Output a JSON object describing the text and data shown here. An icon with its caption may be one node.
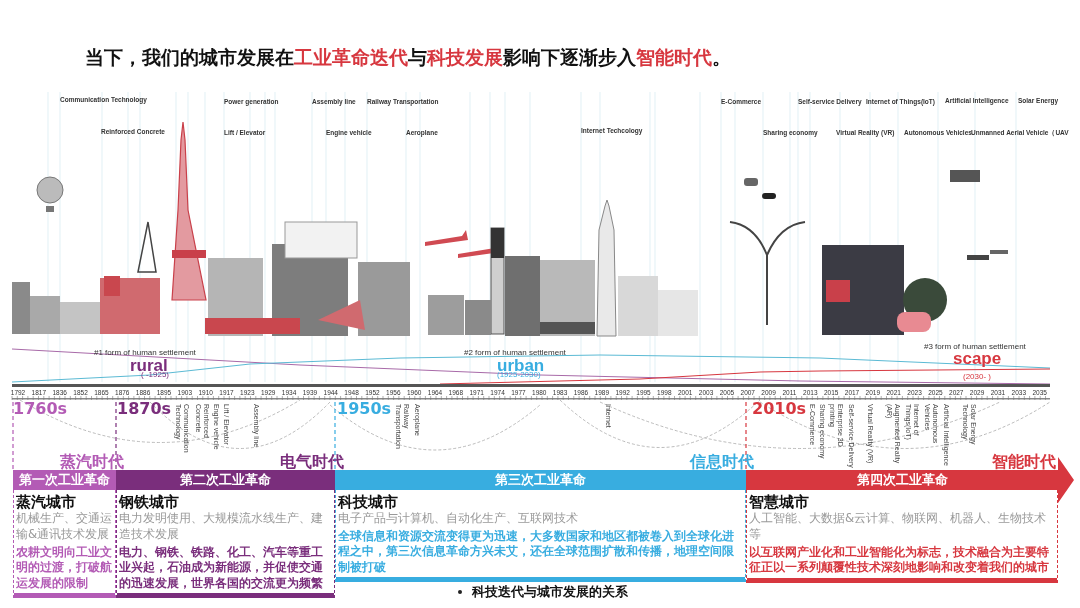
{
  "diagram": {
    "title": "当下，我们的城市发展在**工业革命迭代**与**科技发展**影响下逐渐步入**智能时代**。",
    "caption": "科技迭代与城市发展的关系",
    "nodes": [
      {
        "text": [
          "第一次工业革命"
        ]
      },
      {
        "text": [
          "蒸汽城市",
          "机械生产、交通运输&通讯技术发展",
          "农耕文明向工业文明的过渡，打破航运发展的限制"
        ]
      },
      {
        "text": [
          "第二次工业革命"
        ]
      },
      {
        "text": [
          "钢铁城市",
          "电力发明使用、大规模流水线生产、建造技术发展",
          "电力、钢铁、铁路、化工、汽车等重工业兴起，石油成为新能源，并促使交通的迅速发展，世界各国的交流更为频繁"
        ]
      },
      {
        "text": [
          "第三次工业革命"
        ]
      },
      {
        "text": [
          "科技城市",
          "电子产品与计算机、自动化生产、互联网技术",
          "全球信息和资源交流变得更为迅速，大多数国家和地区都被卷入到全球化进程之中，第三次信息革命方兴未艾，还在全球范围扩散和传播，地理空间限制被打破"
        ]
      },
      {
        "text": [
          "第四次工业革命"
        ]
      },
      {
        "text": [
          "智慧城市",
          "人工智能、大数据&云计算、物联网、机器人、生物技术等",
          "以互联网产业化和工业智能化为标志，技术融合为主要特征正以一系列颠覆性技术深刻地影响和改变着我们的城市"
        ]
      }
    ],
    "labels": [
      "Communication Technology",
      "Power generation",
      "Assembly line",
      "Railway Transportation",
      "E-Commerce",
      "Self-service Delivery",
      "Internet of Things(IoT)",
      "Artificial Intelligence",
      "Solar Energy",
      "Reinforced Concrete",
      "Lift / Elevator",
      "Engine vehicle",
      "Aeroplane",
      "Internet Techcology",
      "Sharing economy",
      "Virtual Reality (VR)",
      "Autonomous Vehicles",
      "Unmanned Aerial Vehicle（UAV",
      "#1 form of human settlement",
      "rural",
      "( -1925)",
      "#2 form of human settlement",
      "urban",
      "(1925-2030)",
      "#3 form of human settlement",
      "scape",
      "(2030- )",
      "1792",
      "1817",
      "1836",
      "1852",
      "1865",
      "1876",
      "1886",
      "1895",
      "1903",
      "1910",
      "1917",
      "1923",
      "1929",
      "1934",
      "1939",
      "1944",
      "1948",
      "1952",
      "1956",
      "1960",
      "1964",
      "1968",
      "1971",
      "1974",
      "1977",
      "1980",
      "1983",
      "1986",
      "1989",
      "1992",
      "1995",
      "1998",
      "2001",
      "2003",
      "2005",
      "2007",
      "2009",
      "2011",
      "2013",
      "2015",
      "2017",
      "2019",
      "2021",
      "2023",
      "2025",
      "2027",
      "2029",
      "2031",
      "2033",
      "2035",
      "1760s",
      "1870s",
      "1950s",
      "2010s",
      "Communication Technology",
      "Reinforced Concrete",
      "Engine vehicle",
      "Lift / Elevator",
      "Assembly line",
      "Railway Transportation",
      "Aeroplane",
      "Internet",
      "E-Commerce",
      "Sharing economy",
      "Enterprise 3D printing",
      "Self-service Delivery",
      "Virtual Reality (VR)",
      "Augmented Reality (AR)",
      "Internet of Things(IoT)",
      "Autonomous Vehicles",
      "Artificial Intelligence",
      "Solar Energy Technology",
      "蒸汽时代",
      "电气时代",
      "信息时代",
      "智能时代"
    ]
  }
}
